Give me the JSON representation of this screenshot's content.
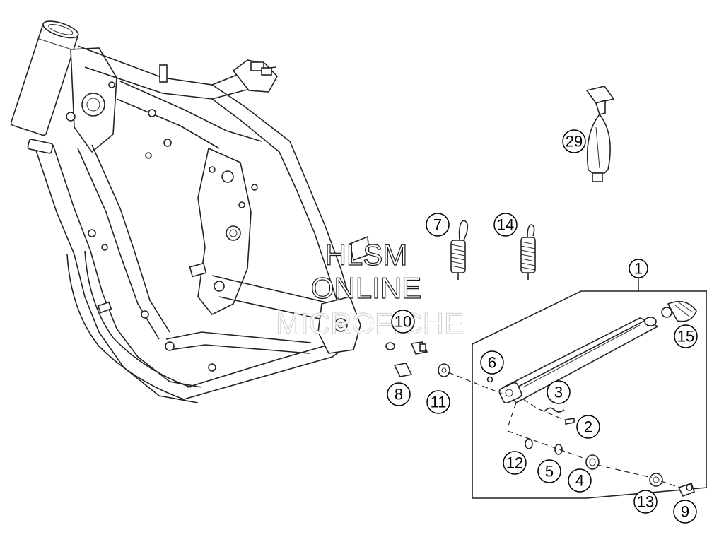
{
  "watermark": {
    "line1": "HLSM",
    "line2": "ONLINE",
    "line3": "MICROFICHE"
  },
  "callouts": [
    {
      "id": "1",
      "label": "1"
    },
    {
      "id": "2",
      "label": "2"
    },
    {
      "id": "3",
      "label": "3"
    },
    {
      "id": "4",
      "label": "4"
    },
    {
      "id": "5",
      "label": "5"
    },
    {
      "id": "6",
      "label": "6"
    },
    {
      "id": "7",
      "label": "7"
    },
    {
      "id": "8",
      "label": "8"
    },
    {
      "id": "9",
      "label": "9"
    },
    {
      "id": "10",
      "label": "10"
    },
    {
      "id": "11",
      "label": "11"
    },
    {
      "id": "12",
      "label": "12"
    },
    {
      "id": "13",
      "label": "13"
    },
    {
      "id": "14",
      "label": "14"
    },
    {
      "id": "15",
      "label": "15"
    },
    {
      "id": "29",
      "label": "29"
    }
  ]
}
